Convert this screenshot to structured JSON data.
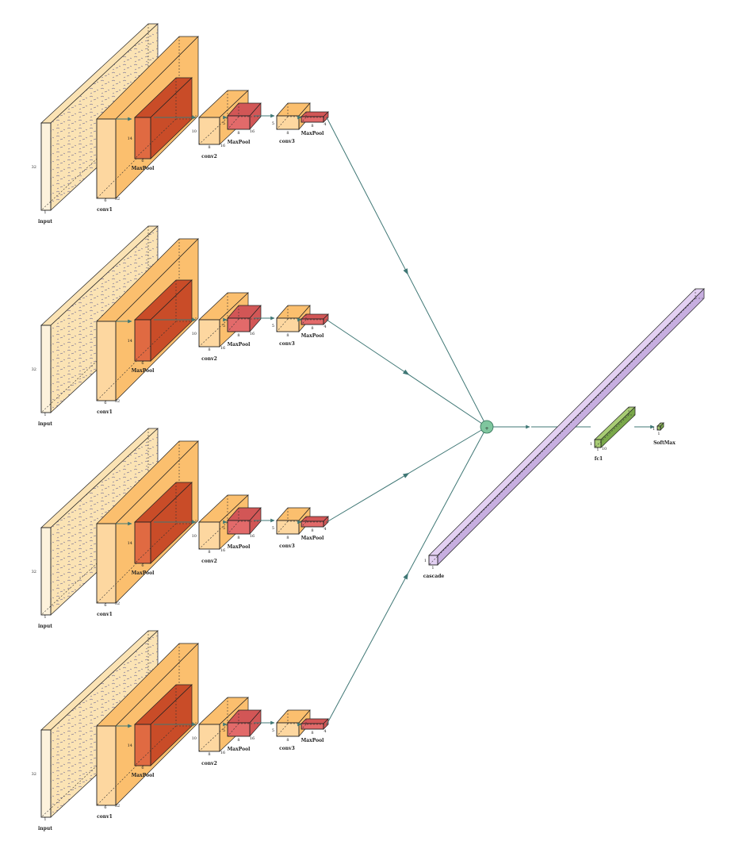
{
  "branches": [
    {
      "input": {
        "name": "input",
        "height": "32",
        "depth": "1"
      },
      "conv1": {
        "name": "conv1",
        "width": "6",
        "depth": "32"
      },
      "pool1": {
        "name": "MaxPool",
        "height": "14",
        "width": "6"
      },
      "conv2": {
        "name": "conv2",
        "height": "10",
        "width": "8",
        "depth": "16"
      },
      "pool2": {
        "name": "MaxPool",
        "height": "5",
        "width": "8",
        "depth": "16"
      },
      "conv3": {
        "name": "conv3",
        "height": "5",
        "width": "8"
      },
      "pool3": {
        "name": "MaxPool",
        "width": "8",
        "depth": "4"
      }
    },
    {
      "input": {
        "name": "input",
        "height": "32",
        "depth": "1"
      },
      "conv1": {
        "name": "conv1",
        "width": "6",
        "depth": "32"
      },
      "pool1": {
        "name": "MaxPool",
        "height": "14",
        "width": "6"
      },
      "conv2": {
        "name": "conv2",
        "height": "10",
        "width": "8",
        "depth": "16"
      },
      "pool2": {
        "name": "MaxPool",
        "height": "5",
        "width": "8",
        "depth": "16"
      },
      "conv3": {
        "name": "conv3",
        "height": "5",
        "width": "8"
      },
      "pool3": {
        "name": "MaxPool",
        "width": "8",
        "depth": "4"
      }
    },
    {
      "input": {
        "name": "input",
        "height": "32",
        "depth": "1"
      },
      "conv1": {
        "name": "conv1",
        "width": "6",
        "depth": "32"
      },
      "pool1": {
        "name": "MaxPool",
        "height": "14",
        "width": "6"
      },
      "conv2": {
        "name": "conv2",
        "height": "10",
        "width": "8",
        "depth": "16"
      },
      "pool2": {
        "name": "MaxPool",
        "height": "5",
        "width": "8",
        "depth": "16"
      },
      "conv3": {
        "name": "conv3",
        "height": "5",
        "width": "8"
      },
      "pool3": {
        "name": "MaxPool",
        "width": "8",
        "depth": "4"
      }
    },
    {
      "input": {
        "name": "input",
        "height": "32",
        "depth": "1"
      },
      "conv1": {
        "name": "conv1",
        "width": "6",
        "depth": "32"
      },
      "pool1": {
        "name": "MaxPool",
        "height": "14",
        "width": "6"
      },
      "conv2": {
        "name": "conv2",
        "height": "10",
        "width": "8",
        "depth": "16"
      },
      "pool2": {
        "name": "MaxPool",
        "height": "5",
        "width": "8",
        "depth": "16"
      },
      "conv3": {
        "name": "conv3",
        "height": "5",
        "width": "8"
      },
      "pool3": {
        "name": "MaxPool",
        "width": "8",
        "depth": "4"
      }
    }
  ],
  "merge": {
    "symbol": "+"
  },
  "cascade": {
    "name": "cascade",
    "height": "1",
    "width": "1"
  },
  "fc1": {
    "name": "fc1",
    "height": "1",
    "width": "1",
    "depth": "10"
  },
  "softmax": {
    "name": "SoftMax",
    "height": "1",
    "width": "1"
  },
  "colors": {
    "input_face": "#fdf2dc",
    "input_side": "#fbe3b4",
    "conv_face": "#fdd7a0",
    "conv_side": "#fbbf6e",
    "pool_face": "#e06a42",
    "pool_side": "#c94c28",
    "pool2_face": "#e26a6a",
    "cascade_face": "#e3d0f2",
    "cascade_side": "#c7aee0",
    "fc_face": "#a8cc74",
    "fc_side": "#7aa84a",
    "connector": "#3f7775",
    "merge_fill": "#7fc69e"
  }
}
